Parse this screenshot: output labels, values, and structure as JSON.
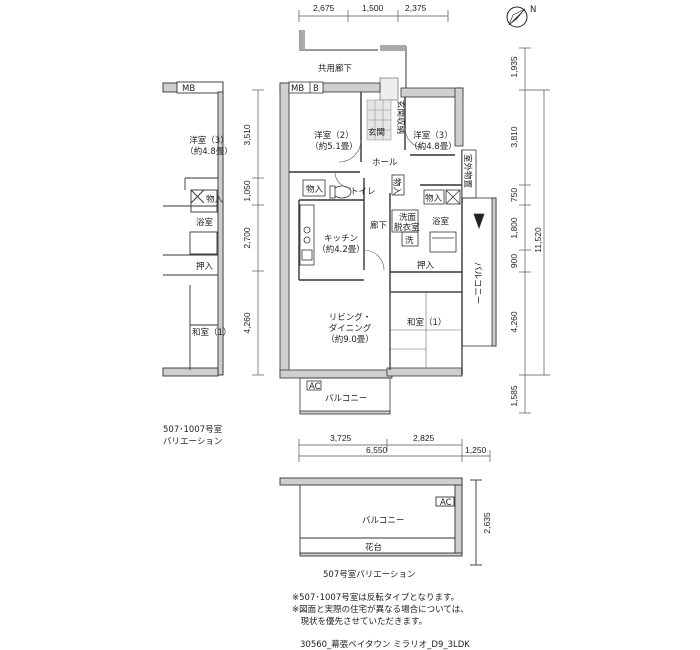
{
  "north_label": "N",
  "top_dims": [
    "2,675",
    "1,500",
    "2,375"
  ],
  "right_dims": [
    "1,935",
    "3,810",
    "750",
    "1,800",
    "900",
    "4,260",
    "1,585"
  ],
  "right_total": "11,520",
  "left_dims": [
    "3,510",
    "1,050",
    "2,700",
    "4,260"
  ],
  "bottom_dims": [
    "3,725",
    "2,825",
    "6,550",
    "1,250"
  ],
  "dim_2635": "2,635",
  "main_plan": {
    "corridor": "共用廊下",
    "mb": "MB",
    "b": "B",
    "genkan": "玄関",
    "genkan_shunou": "玄関収納",
    "room2_name": "洋室（2）",
    "room2_size": "（約5.1畳）",
    "room3_name": "洋室（3）",
    "room3_size": "（約4.8畳）",
    "hall": "ホール",
    "outdoor_storage": "室外物置",
    "storage": "物入",
    "toilet": "トイレ",
    "hallway": "廊下",
    "washroom": "洗面",
    "dressing": "脱衣室",
    "bath": "浴室",
    "sen": "洗",
    "kitchen_name": "キッチン",
    "kitchen_size": "（約4.2畳）",
    "oshiire": "押入",
    "living_name1": "リビング・",
    "living_name2": "ダイニング",
    "living_size": "（約9.0畳）",
    "washitsu": "和室（1）",
    "balcony_side": "バルコニー",
    "balcony": "バルコニー",
    "ac": "AC"
  },
  "left_variation": {
    "mb": "MB",
    "room_name": "洋室（3）",
    "room_size": "（約4.8畳）",
    "storage": "物入",
    "bath": "浴室",
    "oshiire": "押入",
    "washitsu": "和室（1）",
    "caption1": "507･1007号室",
    "caption2": "バリエーション"
  },
  "bottom_variation": {
    "ac": "AC",
    "balcony": "バルコニー",
    "kadai": "花台",
    "caption": "507号室バリエーション"
  },
  "notes": [
    "※507･1007号室は反転タイプとなります。",
    "※図面と実際の住宅が異なる場合については、",
    "　現状を優先させていただきます。"
  ],
  "footer": "30560_幕張ベイタウン ミラリオ_D9_3LDK"
}
